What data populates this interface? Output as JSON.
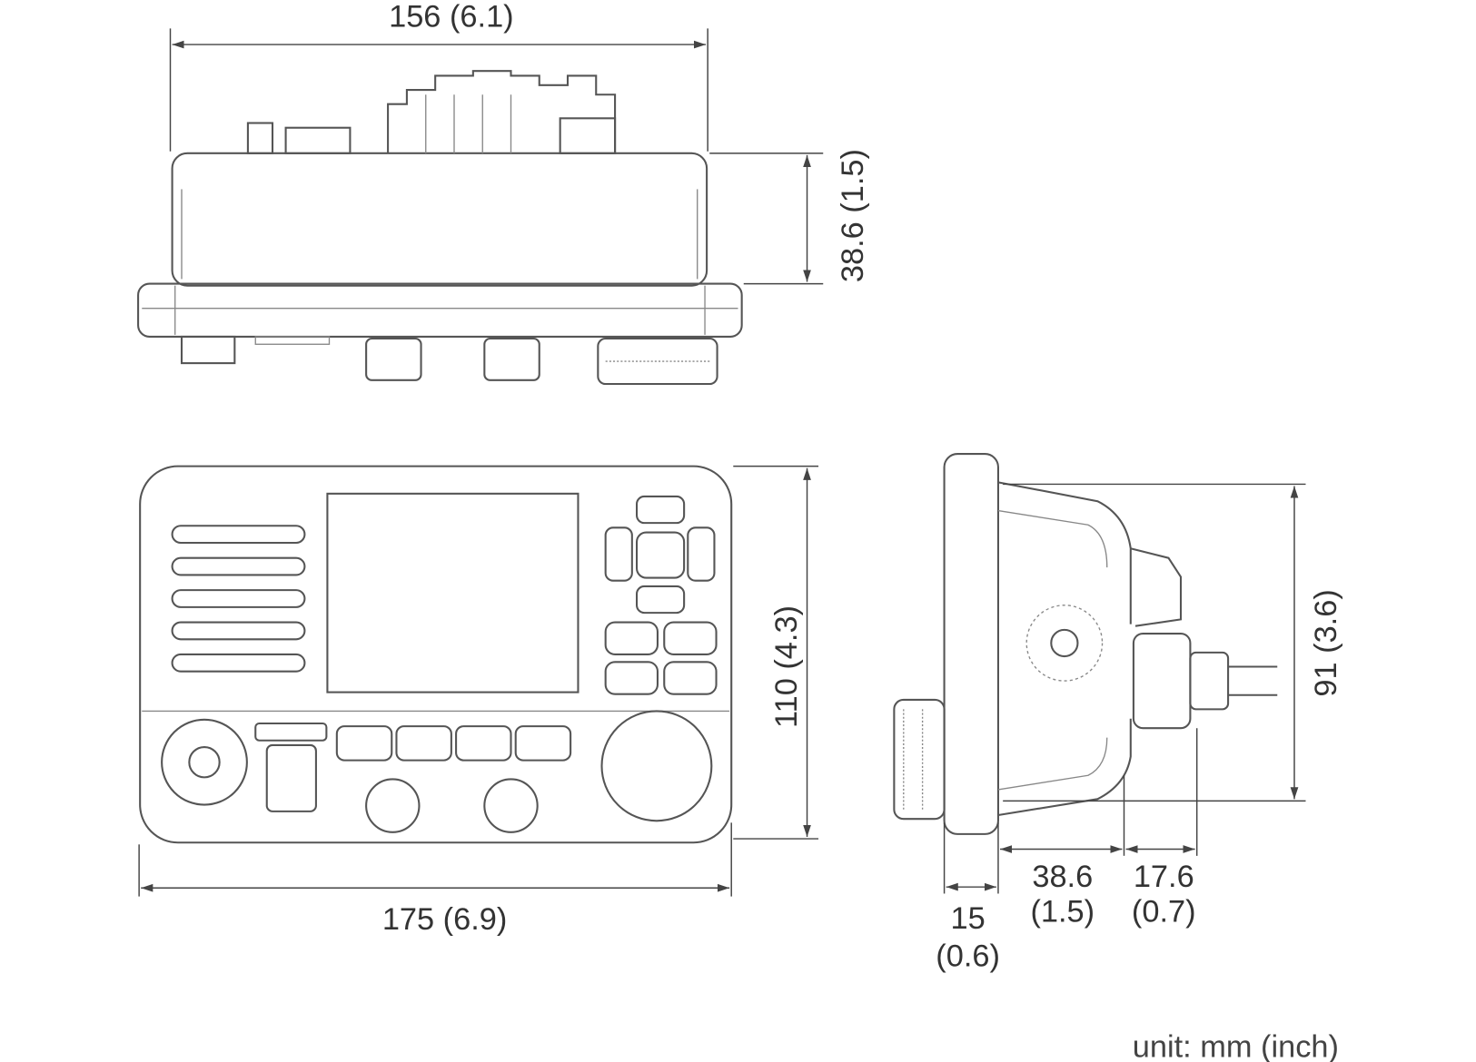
{
  "top_view": {
    "width_label": "156 (6.1)",
    "depth_label": "38.6 (1.5)"
  },
  "front_view": {
    "width_label": "175 (6.9)",
    "height_label": "110 (4.3)"
  },
  "side_view": {
    "height_label": "91 (3.6)",
    "front_depth_label": [
      "15",
      "(0.6)"
    ],
    "body_depth_label": [
      "38.6",
      "(1.5)"
    ],
    "rear_depth_label": [
      "17.6",
      "(0.7)"
    ]
  },
  "unit_label": "unit: mm (inch)",
  "colors": {
    "line": "#555555",
    "text": "#333333",
    "background": "#ffffff"
  }
}
